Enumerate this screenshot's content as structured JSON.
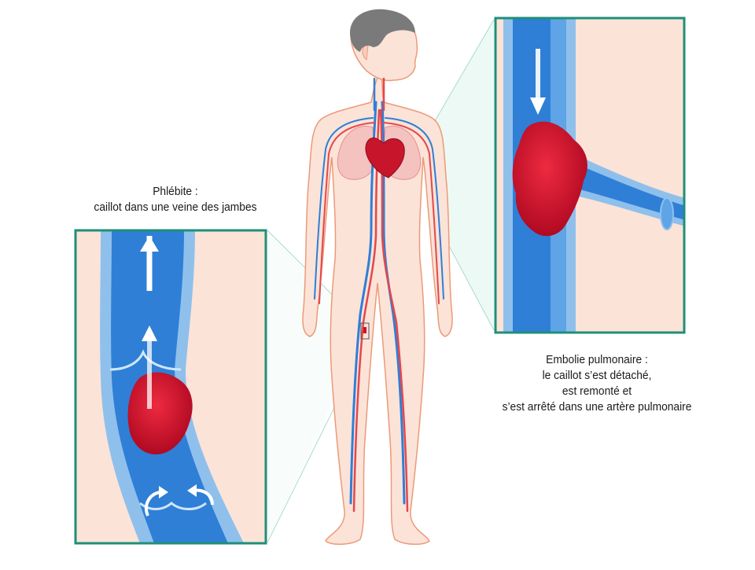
{
  "left_callout": {
    "title": "Phlébite :",
    "text": "caillot dans une veine des jambes"
  },
  "right_callout": {
    "title": "Embolie pulmonaire :",
    "lines": [
      "le caillot s’est détaché,",
      "est remonté et",
      "s’est arrêté dans une artère pulmonaire"
    ]
  },
  "colors": {
    "frame": "#1f8f78",
    "skin": "#fbe3d8",
    "vein": "#2f7fd6",
    "vein_light": "#8fc0ec",
    "artery": "#e4474c",
    "clot": "#d0102a",
    "hair": "#7a7a7a"
  },
  "icons": [
    "up-arrow-icon",
    "down-arrow-icon",
    "flow-arrow-icon",
    "clot-icon"
  ]
}
